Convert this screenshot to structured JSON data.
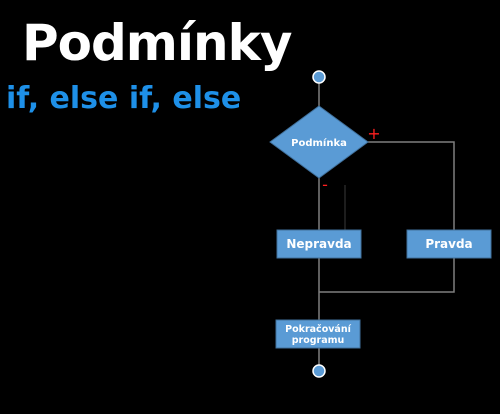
{
  "title": "Podmínky",
  "subtitle": "if, else if, else",
  "colors": {
    "background": "#000000",
    "title": "#ffffff",
    "subtitle": "#1e90e8",
    "node_fill": "#5a9bd5",
    "node_stroke": "#41719c",
    "terminal_fill": "#5b9bd5",
    "line": "#7f7f7f",
    "plus_mark": "#ff2020",
    "minus_mark": "#ff2020"
  },
  "diagram": {
    "decision": {
      "label": "Podmínka"
    },
    "branch_true": {
      "label": "Pravda",
      "marker": "+"
    },
    "branch_false": {
      "label": "Nepravda",
      "marker": "-"
    },
    "continue": {
      "label_line1": "Pokračování",
      "label_line2": "programu"
    }
  }
}
